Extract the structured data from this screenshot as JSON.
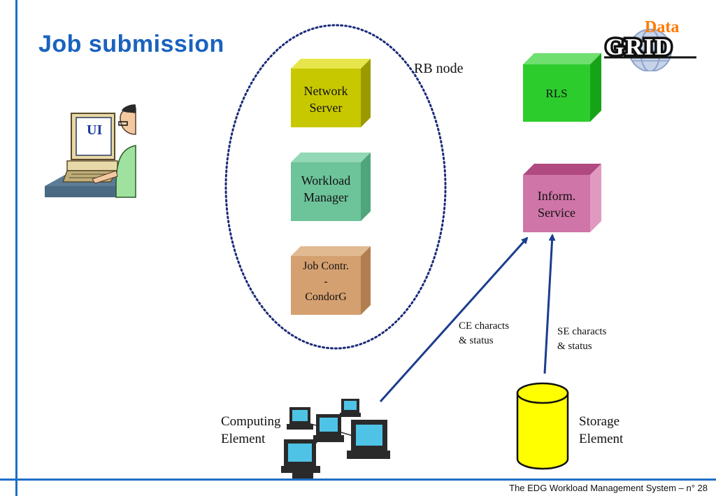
{
  "slide": {
    "title": "Job submission",
    "footer": "The EDG Workload Management System –  n° 28"
  },
  "logo": {
    "top_text": "Data",
    "main_text": "GRID"
  },
  "ui": {
    "label": "UI"
  },
  "rb_node": {
    "label": "RB node",
    "components": [
      {
        "lines": [
          "Network",
          "Server"
        ],
        "color": "#c8c800"
      },
      {
        "lines": [
          "Workload",
          "Manager"
        ],
        "color": "#6dc39a"
      },
      {
        "lines": [
          "Job Contr.",
          "-",
          "CondorG"
        ],
        "color": "#d5a070"
      }
    ]
  },
  "rls": {
    "label": "RLS",
    "color": "#2dcc2d"
  },
  "info_service": {
    "lines": [
      "Inform.",
      "Service"
    ],
    "color": "#cf75a7"
  },
  "computing_element": {
    "lines": [
      "Computing",
      "Element"
    ]
  },
  "storage_element": {
    "lines": [
      "Storage",
      "Element"
    ],
    "color": "#ffff00"
  },
  "arrows": {
    "ce_label": [
      "CE characts",
      "& status"
    ],
    "se_label": [
      "SE characts",
      "& status"
    ],
    "color": "#1a3d8f"
  }
}
